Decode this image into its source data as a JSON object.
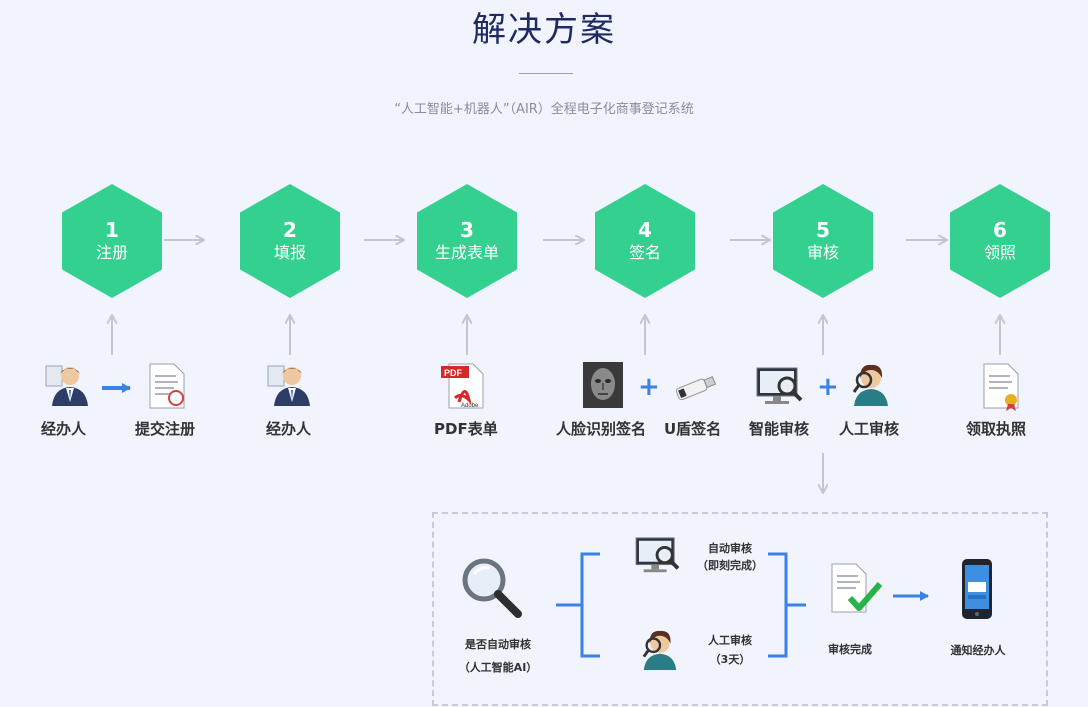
{
  "header": {
    "title": "解决方案",
    "subtitle": "“人工智能+机器人”（AIR）全程电子化商事登记系统"
  },
  "colors": {
    "hex": "#34d08f",
    "accent": "#3b82e4",
    "arrow": "#c4c6cc"
  },
  "steps": [
    {
      "num": "1",
      "label": "注册"
    },
    {
      "num": "2",
      "label": "填报"
    },
    {
      "num": "3",
      "label": "生成表单"
    },
    {
      "num": "4",
      "label": "签名"
    },
    {
      "num": "5",
      "label": "审核"
    },
    {
      "num": "6",
      "label": "领照"
    }
  ],
  "items": {
    "agent1": "经办人",
    "submit": "提交注册",
    "agent2": "经办人",
    "pdf": "PDF表单",
    "face": "人脸识别签名",
    "ukey": "U盾签名",
    "smart": "智能审核",
    "manual": "人工审核",
    "license": "领取执照",
    "plus": "+"
  },
  "detail": {
    "question_line1": "是否自动审核",
    "question_line2": "（人工智能AI）",
    "auto_line1": "自动审核",
    "auto_line2": "（即刻完成）",
    "manual_line1": "人工审核",
    "manual_line2": "（3天）",
    "done": "审核完成",
    "notify": "通知经办人"
  },
  "icons": {
    "agent": "person-icon",
    "document": "document-icon",
    "pdf": "pdf-icon",
    "face": "face-scan-icon",
    "usb": "usb-key-icon",
    "monitor": "monitor-search-icon",
    "reviewer": "reviewer-icon",
    "certificate": "certificate-icon",
    "magnifier": "magnifier-icon",
    "check": "check-document-icon",
    "phone": "phone-icon"
  }
}
